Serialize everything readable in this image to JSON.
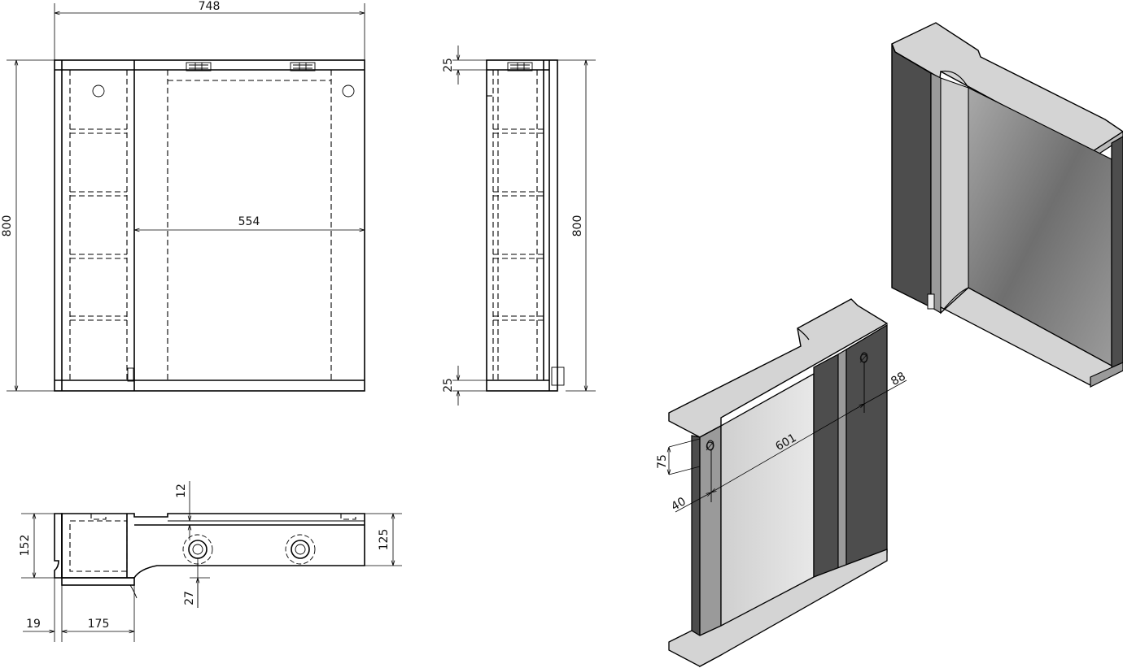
{
  "front_view": {
    "width_dim": "748",
    "height_dim": "800",
    "inner_width_dim": "554"
  },
  "side_view": {
    "top_offset_dim": "25",
    "bottom_offset_dim": "25",
    "height_dim": "800"
  },
  "top_view": {
    "depth_dim": "152",
    "inner_depth_dim": "125",
    "back_gap_dim": "12",
    "socket_offset_dim": "27",
    "panel_thickness_dim": "19",
    "shelf_depth_dim": "175"
  },
  "iso_view": {
    "hole_height_dim": "75",
    "hole_offset_dim": "40",
    "hole_spacing_dim": "601",
    "hole_edge_dim": "88",
    "hole_symbol": "Ø"
  },
  "colors": {
    "line": "#000000",
    "panel_dark": "#4d4d4d",
    "panel_mid": "#9a9a9a",
    "panel_light": "#c8c8c8",
    "panel_top": "#d4d4d4",
    "mirror": "#bdbdbd"
  }
}
